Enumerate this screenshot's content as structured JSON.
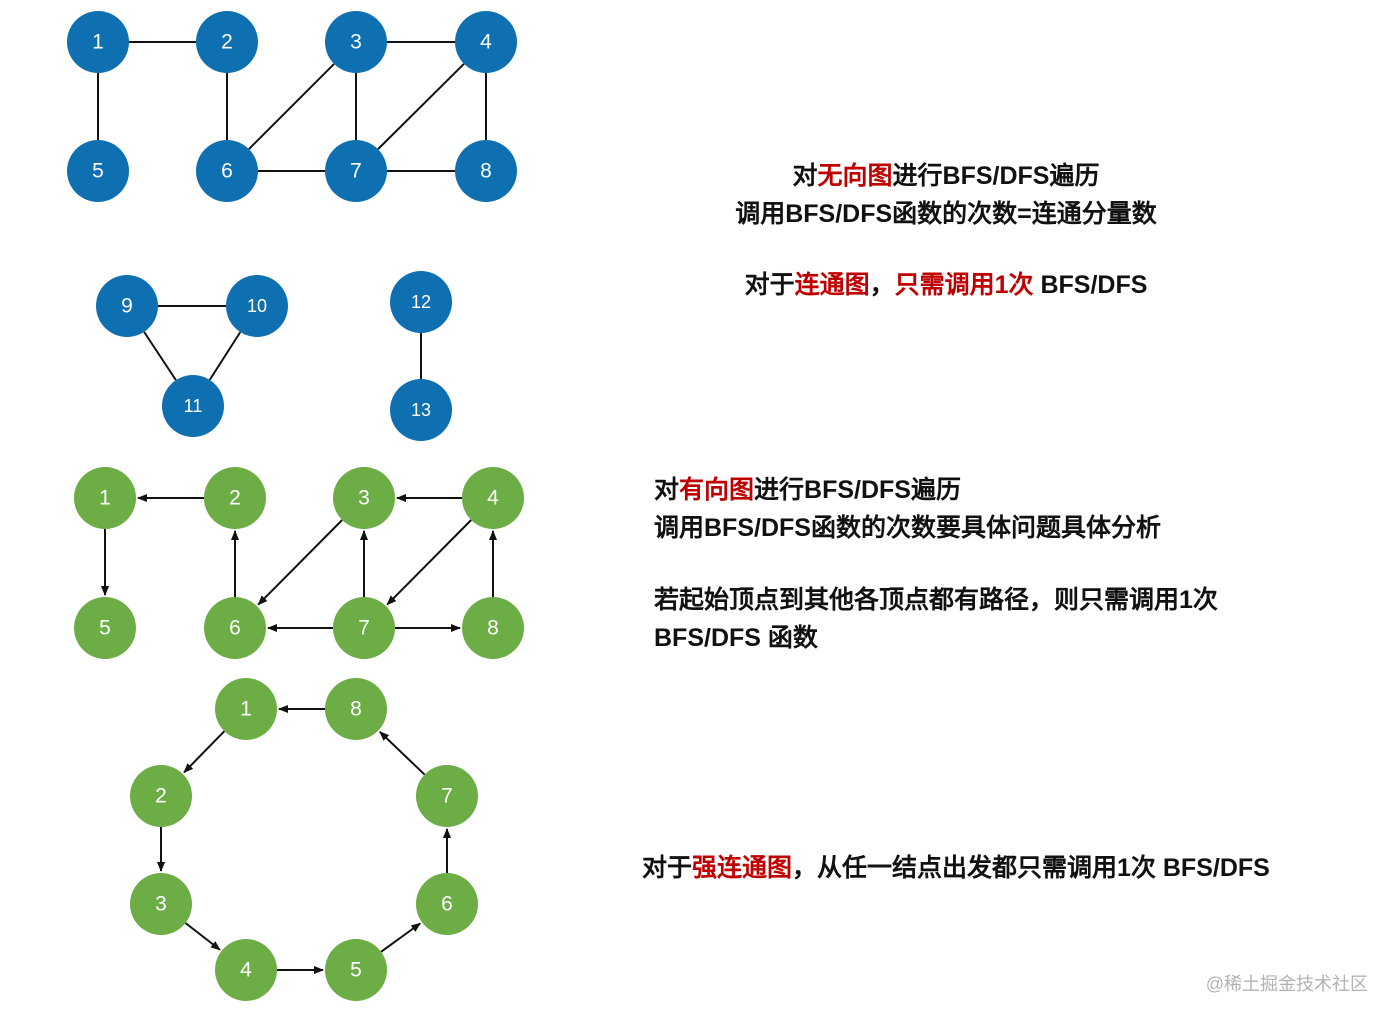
{
  "colors": {
    "blue_node": "#0e6fb1",
    "green_node": "#6cad45",
    "edge": "#111111",
    "highlight": "#c00000"
  },
  "graphs": {
    "undirected": {
      "nodes": [
        "1",
        "2",
        "3",
        "4",
        "5",
        "6",
        "7",
        "8",
        "9",
        "10",
        "11",
        "12",
        "13"
      ],
      "edges": [
        [
          "1",
          "2"
        ],
        [
          "1",
          "5"
        ],
        [
          "2",
          "6"
        ],
        [
          "3",
          "4"
        ],
        [
          "3",
          "6"
        ],
        [
          "3",
          "7"
        ],
        [
          "4",
          "7"
        ],
        [
          "4",
          "8"
        ],
        [
          "6",
          "7"
        ],
        [
          "7",
          "8"
        ],
        [
          "9",
          "10"
        ],
        [
          "9",
          "11"
        ],
        [
          "10",
          "11"
        ],
        [
          "12",
          "13"
        ]
      ]
    },
    "directed": {
      "nodes": [
        "1",
        "2",
        "3",
        "4",
        "5",
        "6",
        "7",
        "8"
      ],
      "edges": [
        [
          "2",
          "1"
        ],
        [
          "1",
          "5"
        ],
        [
          "6",
          "2"
        ],
        [
          "4",
          "3"
        ],
        [
          "3",
          "6"
        ],
        [
          "7",
          "3"
        ],
        [
          "4",
          "7"
        ],
        [
          "7",
          "6"
        ],
        [
          "7",
          "8"
        ],
        [
          "8",
          "4"
        ]
      ]
    },
    "strongly_connected": {
      "nodes": [
        "1",
        "2",
        "3",
        "4",
        "5",
        "6",
        "7",
        "8"
      ],
      "edges": [
        [
          "8",
          "1"
        ],
        [
          "1",
          "2"
        ],
        [
          "2",
          "3"
        ],
        [
          "3",
          "4"
        ],
        [
          "4",
          "5"
        ],
        [
          "5",
          "6"
        ],
        [
          "6",
          "7"
        ],
        [
          "7",
          "8"
        ]
      ]
    }
  },
  "notes": {
    "undirected": {
      "l1_a": "对",
      "l1_b": "无向图",
      "l1_c": "进行BFS/DFS遍历",
      "l2": "调用BFS/DFS函数的次数=连通分量数",
      "l3_a": "对于",
      "l3_b": "连通图",
      "l3_c": "，",
      "l3_d": "只需调用1次",
      "l3_e": " BFS/DFS"
    },
    "directed": {
      "l1_a": "对",
      "l1_b": "有向图",
      "l1_c": "进行BFS/DFS遍历",
      "l2": "调用BFS/DFS函数的次数要具体问题具体分析",
      "l3": "若起始顶点到其他各顶点都有路径，则只需调用1次",
      "l4": "BFS/DFS 函数"
    },
    "strong": {
      "a": "对于",
      "b": "强连通图",
      "c": "，从任一结点出发都只需调用1次 BFS/DFS"
    }
  },
  "watermark": "@稀土掘金技术社区"
}
